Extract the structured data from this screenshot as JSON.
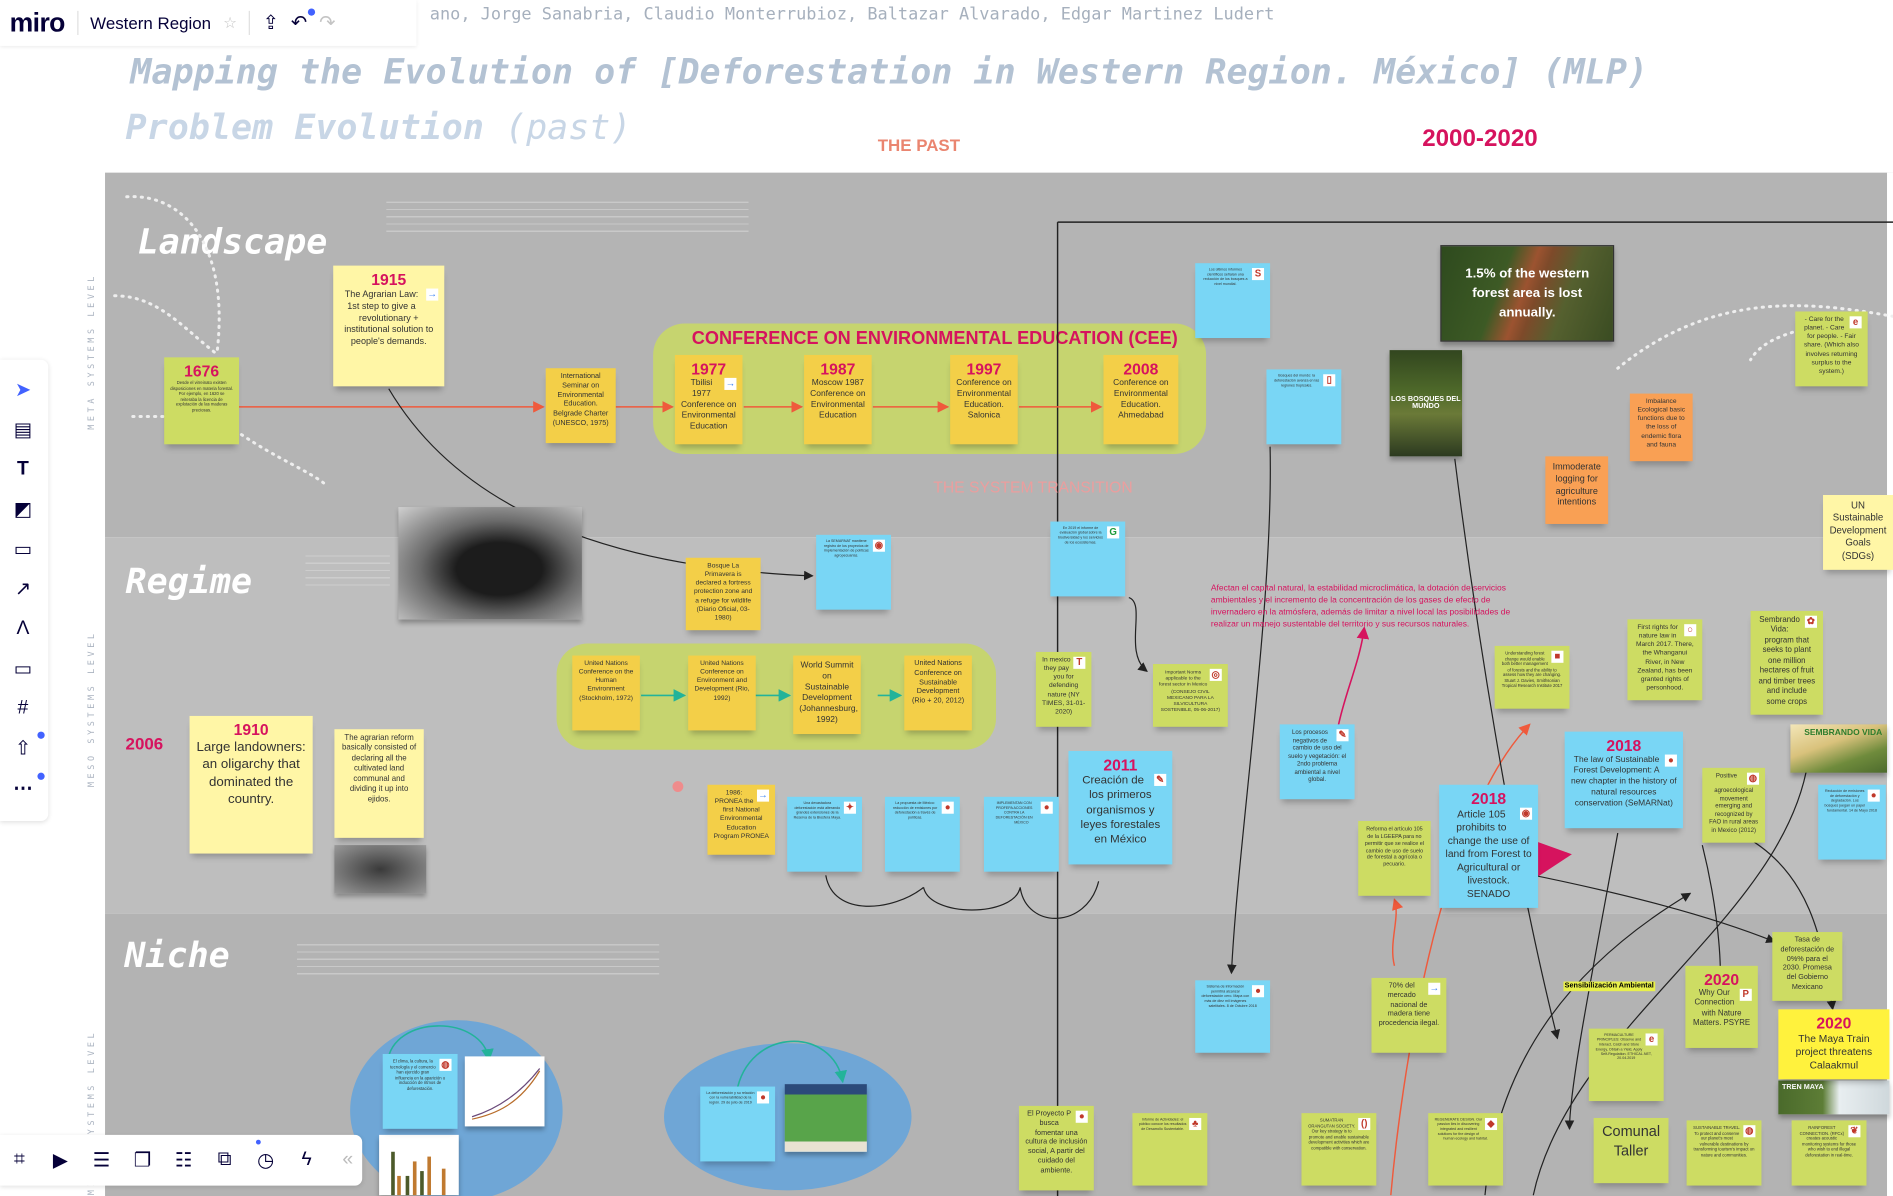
{
  "app": {
    "logo": "miro",
    "board_name": "Western Region",
    "collaborators": "ano, Jorge Sanabria, Claudio Monterrubioz, Baltazar Alvarado, Edgar Martinez Ludert"
  },
  "header": {
    "title": "Mapping the Evolution of [Deforestation in Western Region. México] (MLP)",
    "subtitle_bold": "Problem Evolution",
    "subtitle_light": "(past)",
    "the_past": "THE PAST",
    "period": "2000-2020"
  },
  "lanes": {
    "landscape": "Landscape",
    "regime": "Regime",
    "niche": "Niche",
    "meta_label": "META SYSTEMS LEVEL",
    "meso_label": "MESO SYSTEMS LEVEL",
    "micro_label": "MICRO SYSTEMS LEVEL"
  },
  "labels": {
    "cee_title": "CONFERENCE ON ENVIRONMENTAL EDUCATION (CEE)",
    "system_transition": "THE SYSTEM TRANSITION",
    "year_2006": "2006",
    "sensibilizacion": "Sensibilización Ambiental",
    "impact_text": "Afectan el capital natural, la estabilidad microclimática, la dotación de servicios ambientales y el incremento de la concentración de los gases de efecto de invernadero en la atmósfera, además de limitar a nivel local las posibilidades de realizar un manejo sustentable del territorio y sus recursos naturales.",
    "forest_image_caption": "1.5% of the western forest area is lost annually.",
    "book_title": "LOS BOSQUES DEL MUNDO",
    "sembrando_logo": "SEMBRANDO VIDA",
    "tren_maya_logo": "TREN MAYA"
  },
  "notes": [
    {
      "id": "n1676",
      "year": "1676",
      "text": "Desde el virreinato existen disposiciones en materia forestal. Por ejemplo, en 1620 se reiteraba la licencia de explotación de las maderas preciosas.",
      "icon": ""
    },
    {
      "id": "n1915",
      "year": "1915",
      "text": "The Agrarian Law: 1st step to give a revolutionary + institutional solution to people's demands.",
      "icon": "→"
    },
    {
      "id": "nbelgrade",
      "year": "",
      "text": "International Seminar on Environmental Education. Belgrade Charter (UNESCO, 1975)",
      "icon": ""
    },
    {
      "id": "n1977",
      "year": "1977",
      "text": "Tbilisi 1977 Conference on Environmental Education",
      "icon": "→"
    },
    {
      "id": "n1987",
      "year": "1987",
      "text": "Moscow 1987 Conference on Environmental Education",
      "icon": ""
    },
    {
      "id": "n1997",
      "year": "1997",
      "text": "Conference on Environmental Education. Salonica",
      "icon": ""
    },
    {
      "id": "n2008",
      "year": "2008",
      "text": "Conference on Environmental Education. Ahmedabad",
      "icon": ""
    },
    {
      "id": "nblue1",
      "year": "",
      "text": "Los últimos informes científicos señalan una reducción de los bosques a nivel mundial.",
      "icon": "S"
    },
    {
      "id": "nblue2",
      "year": "",
      "text": "Bosques del mundo: la deforestación avanza en las regiones tropicales.",
      "icon": "▯"
    },
    {
      "id": "nimbalance",
      "year": "",
      "text": "Imbalance Ecological basic functions due to the loss of endemic flora and fauna",
      "icon": ""
    },
    {
      "id": "nlogging",
      "year": "",
      "text": "Immoderate logging for agriculture intentions",
      "icon": ""
    },
    {
      "id": "ncare",
      "year": "",
      "text": "- Care for the planet. - Care for people. - Fair share. (Which also involves returning surplus to the system.)",
      "icon": "e"
    },
    {
      "id": "nsdg",
      "year": "",
      "text": "UN Sustainable Development Goals (SDGs)",
      "icon": ""
    },
    {
      "id": "nsemarnat",
      "year": "",
      "text": "La SEMARNAT mantiene registro de los proyectos de implementación de políticas agropecuarias.",
      "icon": "◉"
    },
    {
      "id": "nprimavera",
      "year": "",
      "text": "Bosque La Primavera is declared a fortress protection zone and a refuge for wildlife (Diario Oficial, 03-1980)",
      "icon": ""
    },
    {
      "id": "nipbes",
      "year": "",
      "text": "En 2019 el informe de evaluación global sobre la biodiversidad y los servicios de los ecosistemas.",
      "icon": "G"
    },
    {
      "id": "nstockholm",
      "year": "",
      "text": "United Nations Conference on the Human Environment (Stockholm, 1972)",
      "icon": ""
    },
    {
      "id": "nrio",
      "year": "",
      "text": "United Nations Conference on Environment and Development (Rio, 1992)",
      "icon": ""
    },
    {
      "id": "njoburg",
      "year": "",
      "text": "World Summit on Sustainable Development (Johannesburg, 1992)",
      "icon": ""
    },
    {
      "id": "nrio20",
      "year": "",
      "text": "United Nations Conference on Sustainable Development (Rio + 20, 2012)",
      "icon": ""
    },
    {
      "id": "nnytimes",
      "year": "",
      "text": "In mexico they pay you for defending nature (NY TIMES, 31-01-2020)",
      "icon": "T"
    },
    {
      "id": "nnorms",
      "year": "",
      "text": "Important Norms applicable to the forest sector in Mexico (CONSEJO CIVIL MEXICANO PARA LA SILVICULTURA SOSTENIBLE, 05-06-2017)",
      "icon": "◎"
    },
    {
      "id": "n1910",
      "year": "1910",
      "text": "Large landowners: an oligarchy that dominated the country.",
      "icon": ""
    },
    {
      "id": "nagrarian",
      "year": "",
      "text": "The agrarian reform basically consisted of declaring all the cultivated land communal and dividing it up into ejidos.",
      "icon": ""
    },
    {
      "id": "npronea",
      "year": "",
      "text": "1986: PRONEA the first National Environmental Education Program PRONEA",
      "icon": "→"
    },
    {
      "id": "nblue3",
      "year": "",
      "text": "Una devastadora deforestación está alterando grandes extensiones de la Reserva de la Biosfera Maya.",
      "icon": "✦"
    },
    {
      "id": "nblue4",
      "year": "",
      "text": "La propuesta de México: reducción de emisiones por deforestación a través de políticas.",
      "icon": "●"
    },
    {
      "id": "nblue5",
      "year": "",
      "text": "IMPLEMENTAN CON PROFEPA ACCIONES CONTRA LA DEFORESTACIÓN EN MÉXICO",
      "icon": "●"
    },
    {
      "id": "n2011",
      "year": "2011",
      "text": "Creación de los primeros organismos y leyes forestales en México",
      "icon": "✎"
    },
    {
      "id": "nprocesos",
      "year": "",
      "text": "Los procesos negativos de cambio de uso del suelo y vegetación: el 2ndo problema ambiental a nivel global.",
      "icon": "✎"
    },
    {
      "id": "nreforma",
      "year": "",
      "text": "Reforma el artículo 105 de la LGEEPA para no permitir que se realice el cambio de uso de suelo de forestal a agrícola o pecuario.",
      "icon": ""
    },
    {
      "id": "n2018a",
      "year": "2018",
      "text": "Article 105 prohibits to change the use of land from Forest to Agricultural or livestock. SENADO",
      "icon": "◉"
    },
    {
      "id": "nunderstanding",
      "year": "",
      "text": "Understanding forest change would enable both better management of forests and the ability to assess how they are changing. Stuart J. Davies, Smithsonian Tropical Research Institute 2017",
      "icon": "■"
    },
    {
      "id": "n2018b",
      "year": "2018",
      "text": "The law of Sustainable Forest Development: A new chapter in the history of natural resources conservation (SeMARNat)",
      "icon": "●"
    },
    {
      "id": "nrights",
      "year": "",
      "text": "First rights for nature law in March 2017. There, the Whanganui River, in New Zealand, has been granted rights of personhood.",
      "icon": "○"
    },
    {
      "id": "nsembrando",
      "year": "",
      "text": "Sembrando Vida: program that seeks to plant one million hectares of fruit and timber trees and include some crops",
      "icon": "✿"
    },
    {
      "id": "nagroeco",
      "year": "",
      "text": "Positive agroecological movement emerging and recognized by FAO in rural areas in Mexico (2012)",
      "icon": "◍"
    },
    {
      "id": "nblue6",
      "year": "",
      "text": "Reducción de emisiones de deforestación y degradación. Los bosques juegan un papel fundamental. 14 de Mayo 2018",
      "icon": "●"
    },
    {
      "id": "nsistema",
      "year": "",
      "text": "Sistema de información permitirá alcanzar deforestación cero. Mapa con más de diez mil imágenes satelitales. 8 de Octubre 2018",
      "icon": "●"
    },
    {
      "id": "nmadera",
      "year": "",
      "text": "70% del mercado nacional de madera tiene procedencia ilegal.",
      "icon": "→"
    },
    {
      "id": "npermaculture",
      "year": "",
      "text": "PERMACULTURE PRINCIPLES: Observe and Interact, Catch and Store Energy, Obtain a Yield, Apply Self-Regulation. ETHICAL.NET, 20.04.2019",
      "icon": "e"
    },
    {
      "id": "n2020a",
      "year": "2020",
      "text": "Why Our Connection with Nature Matters. PSYRE",
      "icon": "P"
    },
    {
      "id": "ntasa",
      "year": "",
      "text": "Tasa de deforestación de 0%% para el 2030. Promesa del Gobierno Mexicano",
      "icon": ""
    },
    {
      "id": "n2020b",
      "year": "2020",
      "text": "The Maya Train project threatens Calaakmul",
      "icon": ""
    },
    {
      "id": "nproyecto",
      "year": "",
      "text": "El Proyecto P busca fomentar una cultura de inclusión social, A partir del cuidado del ambiente.",
      "icon": "●"
    },
    {
      "id": "ninforme",
      "year": "",
      "text": "Informe de Actividades: el público conoce los resultados de Desarrollo Sustentable.",
      "icon": "♣"
    },
    {
      "id": "nsumatran",
      "year": "",
      "text": "SUMATRAN ORANGUTAN SOCIETY. Our key strategy is to promote and enable sustainable development activities which are compatible with conservation.",
      "icon": "()"
    },
    {
      "id": "nregenerate",
      "year": "",
      "text": "REGENERATE DESIGN. Our passion lies in discovering integrated and resilient solutions for the design of human ecology and habitat.",
      "icon": "◆"
    },
    {
      "id": "ncomunal",
      "year": "",
      "text": "Comunal Taller",
      "icon": ""
    },
    {
      "id": "ntravel",
      "year": "",
      "text": "SUSTAINABLE TRAVEL. To protect and conserve our planet's most vulnerable destinations by transforming tourism's impact on nature and communities.",
      "icon": "◍"
    },
    {
      "id": "nrainforest",
      "year": "",
      "text": "RAINFOREST CONNECTION. (RFCx) creates acoustic monitoring systems for those who wish to end illegal deforestation in real-time.",
      "icon": "❦"
    },
    {
      "id": "nniche1",
      "year": "",
      "text": "El clima, la cultura, la tecnología y el comercio han ejercido gran influencia en la aparición o inducción de ritmos de deforestación.",
      "icon": "◍"
    },
    {
      "id": "nniche2",
      "year": "",
      "text": "La deforestación y su relación con la vulnerabilidad de la región. 29 de julio de 2019",
      "icon": "●"
    }
  ],
  "toolbar": {
    "left": [
      "select",
      "templates",
      "text",
      "sticky-note",
      "shape",
      "arrow",
      "pen",
      "comment",
      "frame",
      "upload",
      "more"
    ],
    "bottom": [
      "frames",
      "present",
      "notes",
      "cards",
      "list",
      "share",
      "timer",
      "actions",
      "collapse"
    ]
  },
  "colors": {
    "accent": "#d6135e",
    "green_note": "#cddc63",
    "yellow_note": "#f3cf48",
    "pale_note": "#fff6a6",
    "blue_note": "#79d6f5",
    "orange_note": "#f9a054"
  }
}
